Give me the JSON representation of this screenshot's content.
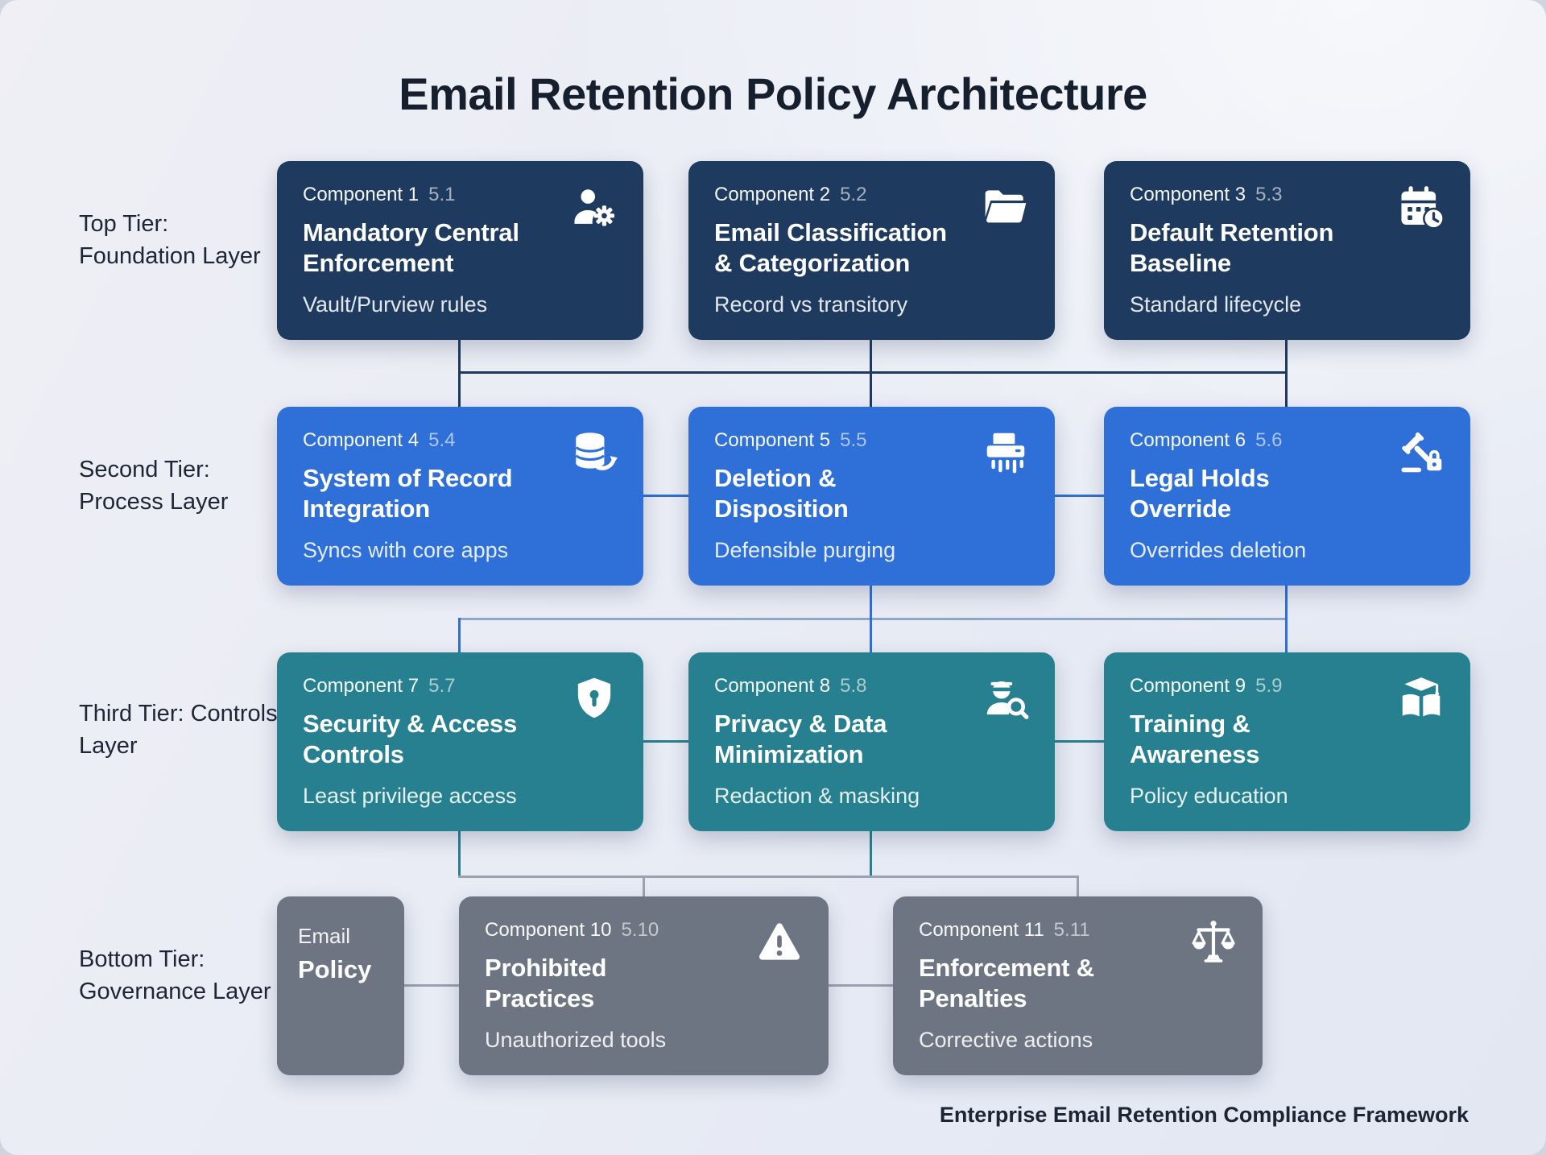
{
  "title": "Email Retention Policy Architecture",
  "footer": "Enterprise Email Retention Compliance Framework",
  "colors": {
    "tier1": "#1e3a5f",
    "tier2": "#2e6fd8",
    "tier3": "#27808f",
    "tier4": "#6e7582",
    "connector_light": "#93a5c4",
    "connector_gray": "#9aa1b0",
    "background": "#e9ecf5",
    "text": "#1d2636"
  },
  "tiers": [
    {
      "label": "Top Tier: Foundation Layer",
      "cards": [
        {
          "component": "Component 1",
          "section": "5.1",
          "title": "Mandatory Central\nEnforcement",
          "subtitle": "Vault/Purview rules",
          "icon": "user-gear-icon"
        },
        {
          "component": "Component 2",
          "section": "5.2",
          "title": "Email Classification\n& Categorization",
          "subtitle": "Record vs transitory",
          "icon": "folder-icon"
        },
        {
          "component": "Component 3",
          "section": "5.3",
          "title": "Default Retention\nBaseline",
          "subtitle": "Standard lifecycle",
          "icon": "calendar-clock-icon"
        }
      ]
    },
    {
      "label": "Second Tier: Process Layer",
      "cards": [
        {
          "component": "Component 4",
          "section": "5.4",
          "title": "System of Record\nIntegration",
          "subtitle": "Syncs with core apps",
          "icon": "database-sync-icon"
        },
        {
          "component": "Component 5",
          "section": "5.5",
          "title": "Deletion &\nDisposition",
          "subtitle": "Defensible purging",
          "icon": "shredder-icon"
        },
        {
          "component": "Component 6",
          "section": "5.6",
          "title": "Legal Holds\nOverride",
          "subtitle": "Overrides deletion",
          "icon": "gavel-lock-icon"
        }
      ]
    },
    {
      "label": "Third Tier: Controls Layer",
      "cards": [
        {
          "component": "Component 7",
          "section": "5.7",
          "title": "Security & Access\nControls",
          "subtitle": "Least privilege access",
          "icon": "shield-lock-icon"
        },
        {
          "component": "Component 8",
          "section": "5.8",
          "title": "Privacy & Data\nMinimization",
          "subtitle": "Redaction & masking",
          "icon": "user-search-icon"
        },
        {
          "component": "Component 9",
          "section": "5.9",
          "title": "Training &\nAwareness",
          "subtitle": "Policy education",
          "icon": "education-icon"
        }
      ]
    },
    {
      "label": "Bottom Tier: Governance Layer",
      "cards": [
        {
          "component": "Component 10",
          "section": "5.10",
          "title": "Prohibited\nPractices",
          "subtitle": "Unauthorized tools",
          "icon": "warning-icon"
        },
        {
          "component": "Component 11",
          "section": "5.11",
          "title": "Enforcement &\nPenalties",
          "subtitle": "Corrective actions",
          "icon": "scales-icon"
        }
      ]
    }
  ],
  "policy_card": {
    "eyebrow": "Email",
    "title": "Policy"
  }
}
